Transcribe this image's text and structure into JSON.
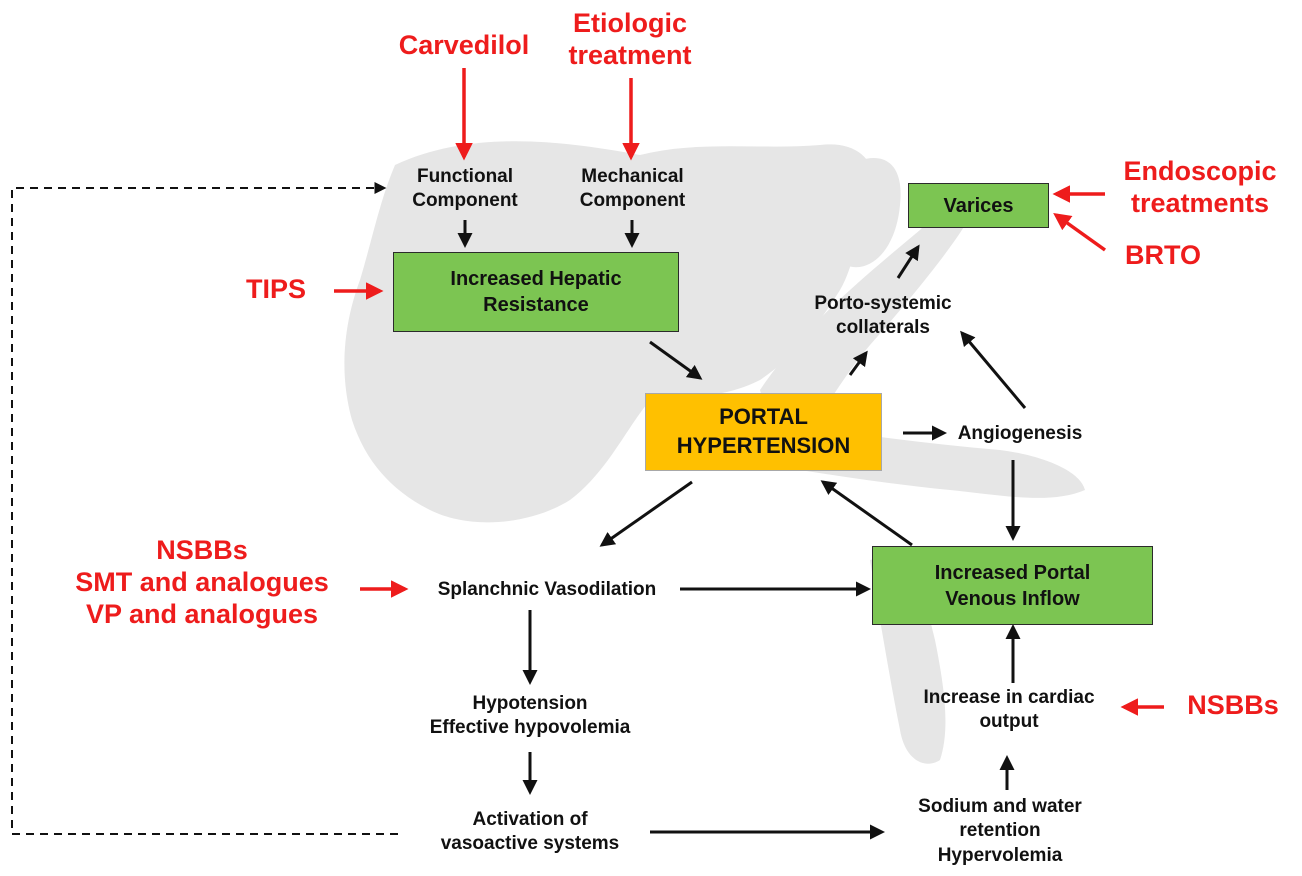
{
  "colors": {
    "green_box": "#7cc552",
    "orange_box": "#ffc000",
    "treatment_red": "#ee1c1c",
    "text": "#111111",
    "liver_silhouette": "#e6e6e6"
  },
  "treatments": {
    "carvedilol": "Carvedilol",
    "etiologic_line1": "Etiologic",
    "etiologic_line2": "treatment",
    "endoscopic_line1": "Endoscopic",
    "endoscopic_line2": "treatments",
    "brto": "BRTO",
    "tips": "TIPS",
    "nsbbs_left": "NSBBs",
    "smt": "SMT and analogues",
    "vp": "VP and analogues",
    "nsbbs_right": "NSBBs"
  },
  "nodes": {
    "functional_line1": "Functional",
    "functional_line2": "Component",
    "mechanical_line1": "Mechanical",
    "mechanical_line2": "Component",
    "hepatic_resistance_line1": "Increased Hepatic",
    "hepatic_resistance_line2": "Resistance",
    "varices": "Varices",
    "collaterals_line1": "Porto-systemic",
    "collaterals_line2": "collaterals",
    "portal_hypertension_line1": "PORTAL",
    "portal_hypertension_line2": "HYPERTENSION",
    "angiogenesis": "Angiogenesis",
    "splanchnic": "Splanchnic Vasodilation",
    "portal_inflow_line1": "Increased Portal",
    "portal_inflow_line2": "Venous Inflow",
    "hypotension_line1": "Hypotension",
    "hypotension_line2": "Effective hypovolemia",
    "cardiac_line1": "Increase in cardiac",
    "cardiac_line2": "output",
    "activation_line1": "Activation of",
    "activation_line2": "vasoactive systems",
    "sodium_line1": "Sodium and water",
    "sodium_line2": "retention",
    "sodium_line3": "Hypervolemia"
  }
}
